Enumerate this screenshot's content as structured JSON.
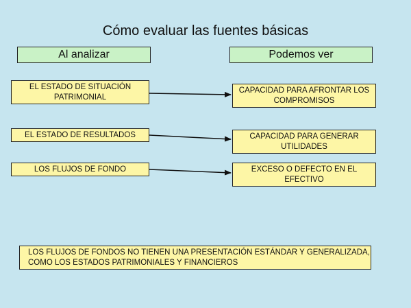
{
  "title": "Cómo evaluar las fuentes básicas",
  "headers": {
    "left": "Al analizar",
    "right": "Podemos ver"
  },
  "rows": [
    {
      "source": "EL ESTADO DE SITUACIÓN PATRIMONIAL",
      "target": "CAPACIDAD PARA AFRONTAR LOS COMPROMISOS"
    },
    {
      "source": "EL ESTADO DE RESULTADOS",
      "target": "CAPACIDAD PARA GENERAR UTILIDADES"
    },
    {
      "source": "LOS FLUJOS DE FONDO",
      "target": "EXCESO O DEFECTO EN EL EFECTIVO"
    }
  ],
  "note": "LOS FLUJOS DE FONDOS NO TIENEN UNA PRESENTACIÓN ESTÁNDAR Y GENERALIZADA, COMO LOS ESTADOS PATRIMONIALES Y FINANCIEROS",
  "colors": {
    "background": "#c6e5ef",
    "header_fill": "#c9f2c6",
    "box_fill": "#fdf6a6",
    "border": "#222222"
  }
}
